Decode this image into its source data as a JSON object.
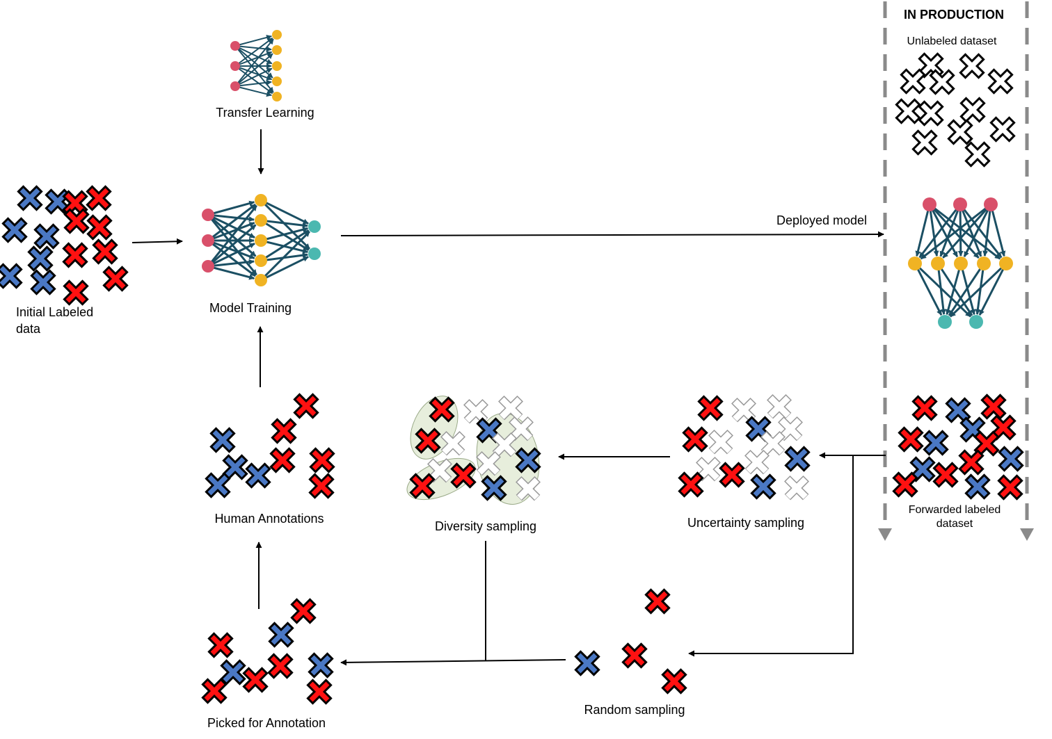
{
  "colors": {
    "red": "#ff1111",
    "blue": "#4a78c4",
    "outline": "#000000",
    "node_red": "#d9506a",
    "node_yellow": "#f0b323",
    "node_teal": "#4bb8b0",
    "edge": "#1b4f63",
    "cluster_fill": "#e7eedc",
    "dashed": "#8a8a8a"
  },
  "labels": {
    "in_production": "IN PRODUCTION",
    "unlabeled_dataset": "Unlabeled dataset",
    "transfer_learning": "Transfer Learning",
    "model_training": "Model Training",
    "initial_labeled_line1": "Initial Labeled",
    "initial_labeled_line2": "data",
    "deployed_model": "Deployed model",
    "forwarded_line1": "Forwarded labeled",
    "forwarded_line2": "dataset",
    "uncertainty_sampling": "Uncertainty sampling",
    "diversity_sampling": "Diversity sampling",
    "human_annotations": "Human Annotations",
    "random_sampling": "Random sampling",
    "picked_for_annotation": "Picked for Annotation"
  },
  "icons": [
    "cross-marker-icon",
    "neural-network-icon",
    "arrow-icon"
  ]
}
